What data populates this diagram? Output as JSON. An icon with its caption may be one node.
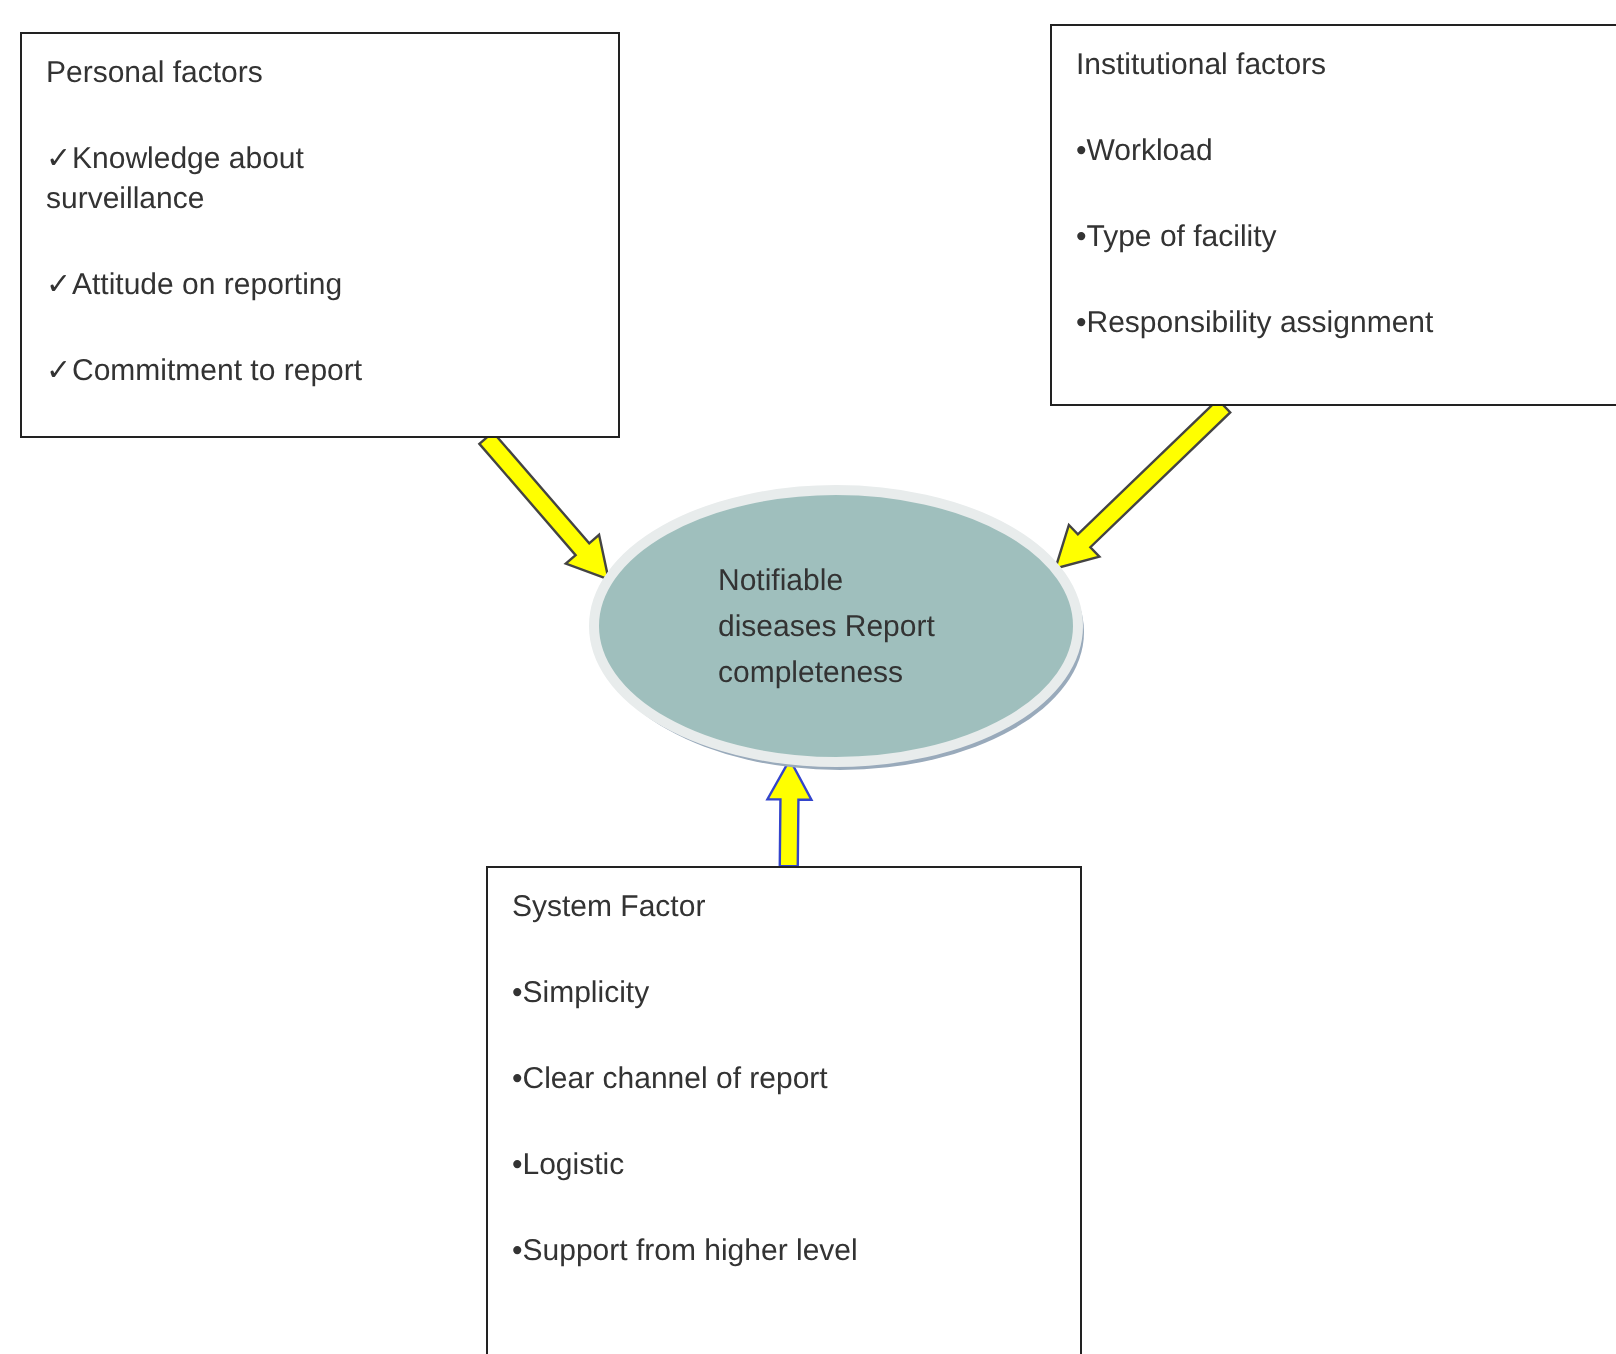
{
  "diagram": {
    "nodes": [
      {
        "text": [
          "Personal factors",
          "✓Knowledge about surveillance",
          "✓Attitude on reporting",
          "✓Commitment to report"
        ]
      },
      {
        "text": [
          "Institutional factors",
          "•Workload",
          "•Type of facility",
          "•Responsibility assignment"
        ]
      },
      {
        "text": [
          "Notifiable diseases Report completeness"
        ]
      },
      {
        "text": [
          "System Factor",
          "•Simplicity",
          "•Clear channel of report",
          "•Logistic",
          "•Support from higher level"
        ]
      }
    ],
    "edges": [
      {
        "from": 0,
        "to": 2,
        "arrow": "to"
      },
      {
        "from": 1,
        "to": 2,
        "arrow": "to"
      },
      {
        "from": 3,
        "to": 2,
        "arrow": "to"
      }
    ]
  }
}
